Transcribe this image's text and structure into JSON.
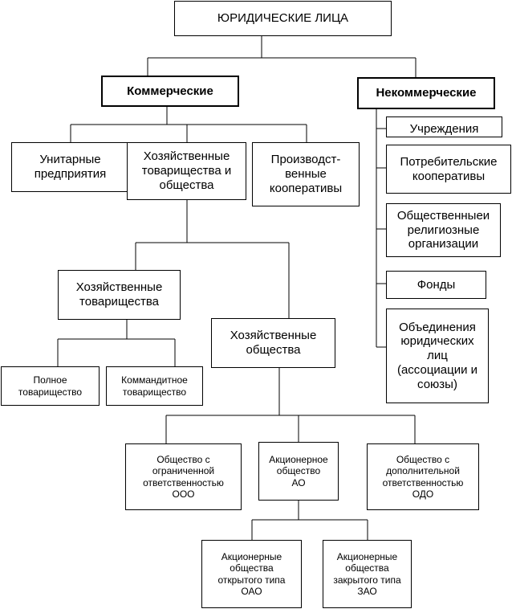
{
  "root": "ЮРИДИЧЕСКИЕ ЛИЦА",
  "commercial": {
    "title": "Коммерческие",
    "unitary": "Унитарные\nпредприятия",
    "business_partnerships_societies": "Хозяйственные\nтоварищества и\nобщества",
    "production_coops": "Производст-\nвенные\nкооперативы",
    "partnerships": "Хозяйственные\nтоварищества",
    "full_partnership": "Полное\nтоварищество",
    "limited_partnership": "Коммандитное\nтоварищество",
    "societies": "Хозяйственные\nобщества",
    "llc": "Общество с\nограниченной\nответственностью\nООО",
    "jsc": "Акционерное\nобщество\nАО",
    "alc": "Общество с\nдополнительной\nответственностью\nОДО",
    "ojsc": "Акционерные\nобщества\nоткрытого типа\nОАО",
    "cjsc": "Акционерные\nобщества\nзакрытого типа\nЗАО"
  },
  "noncommercial": {
    "title": "Некоммерческие",
    "institutions": "Учреждения",
    "consumer_coops": "Потребительские\nкооперативы",
    "public_religious": "Общественныеи\nрелигиозные\nорганизации",
    "funds": "Фонды",
    "associations": "Объединения\nюридических\nлиц\n(ассоциации и\nсоюзы)"
  }
}
